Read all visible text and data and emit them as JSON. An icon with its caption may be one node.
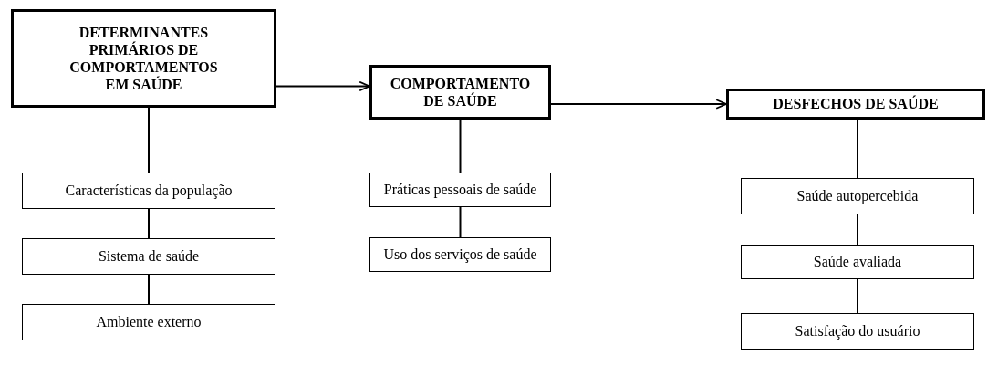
{
  "diagram": {
    "nodes": [
      {
        "text": [
          "DETERMINANTES PRIMÁRIOS DE COMPORTAMENTOS EM SAÚDE"
        ]
      },
      {
        "text": [
          "Características da população"
        ]
      },
      {
        "text": [
          "Sistema de saúde"
        ]
      },
      {
        "text": [
          "Ambiente externo"
        ]
      },
      {
        "text": [
          "COMPORTAMENTO DE SAÚDE"
        ]
      },
      {
        "text": [
          "Práticas pessoais de saúde"
        ]
      },
      {
        "text": [
          "Uso dos serviços de saúde"
        ]
      },
      {
        "text": [
          "DESFECHOS DE SAÚDE"
        ]
      },
      {
        "text": [
          "Saúde autopercebida"
        ]
      },
      {
        "text": [
          "Saúde avaliada"
        ]
      },
      {
        "text": [
          "Satisfação do usuário"
        ]
      }
    ],
    "edges": [
      {
        "from": 0,
        "to": 4,
        "arrow": "to"
      },
      {
        "from": 4,
        "to": 7,
        "arrow": "to"
      },
      {
        "from": 0,
        "to": 1,
        "arrow": "none"
      },
      {
        "from": 1,
        "to": 2,
        "arrow": "none"
      },
      {
        "from": 2,
        "to": 3,
        "arrow": "none"
      },
      {
        "from": 4,
        "to": 5,
        "arrow": "none"
      },
      {
        "from": 5,
        "to": 6,
        "arrow": "none"
      },
      {
        "from": 7,
        "to": 8,
        "arrow": "none"
      },
      {
        "from": 8,
        "to": 9,
        "arrow": "none"
      },
      {
        "from": 9,
        "to": 10,
        "arrow": "none"
      }
    ]
  }
}
